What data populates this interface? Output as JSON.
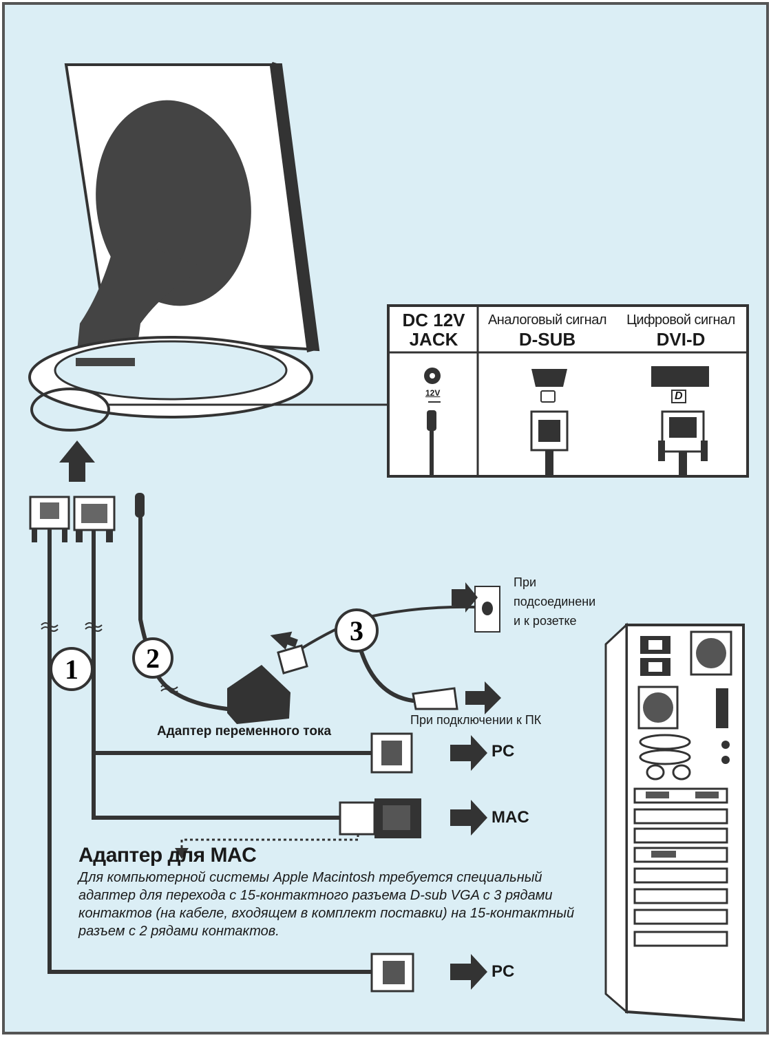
{
  "ports_panel": {
    "dc_jack": {
      "line1": "DC 12V",
      "line2": "JACK",
      "marking": "12V"
    },
    "dsub": {
      "line1": "Аналоговый сигнал",
      "line2": "D-SUB"
    },
    "dvid": {
      "line1": "Цифровой сигнал",
      "line2": "DVI-D",
      "marking": "D"
    }
  },
  "steps": {
    "step1": "1",
    "step2": "2",
    "step3": "3"
  },
  "labels": {
    "power_outlet": [
      "При",
      "подсоединени",
      "и к розетке"
    ],
    "power_pc": "При подключении к ПК",
    "ac_adapter": "Адаптер переменного тока",
    "pc_dsub": "PC",
    "mac": "MAC",
    "pc_dvi": "PC"
  },
  "mac_adapter": {
    "title": "Адаптер для MAC",
    "description": "Для компьютерной системы Apple Macintosh требуется специальный адаптер для перехода с 15-контактного разъема D-sub VGA с 3 рядами контактов (на кабеле, входящем в комплект поставки) на 15-контактный разъем с 2 рядами контактов."
  },
  "colors": {
    "background": "#dbeef5",
    "ink": "#333333",
    "frame": "#4a4a4a",
    "white": "#ffffff"
  }
}
